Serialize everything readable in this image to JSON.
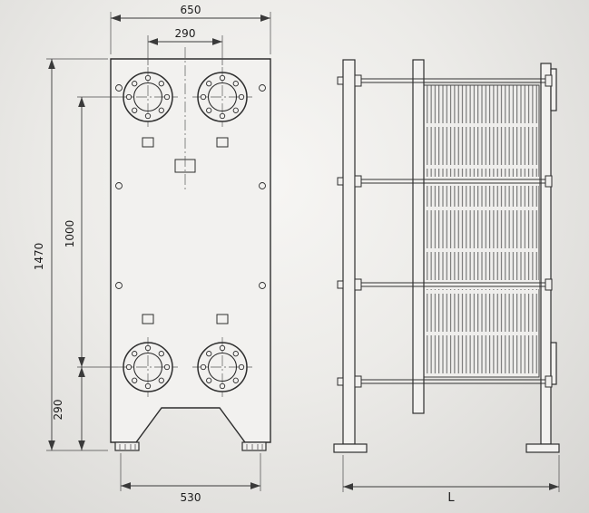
{
  "front_view": {
    "dim_overall_width": "650",
    "dim_port_spacing": "290",
    "dim_overall_height": "1470",
    "dim_port_pitch": "1000",
    "dim_port_to_base": "290",
    "dim_feet_span": "530"
  },
  "side_view": {
    "dim_length": "L"
  }
}
